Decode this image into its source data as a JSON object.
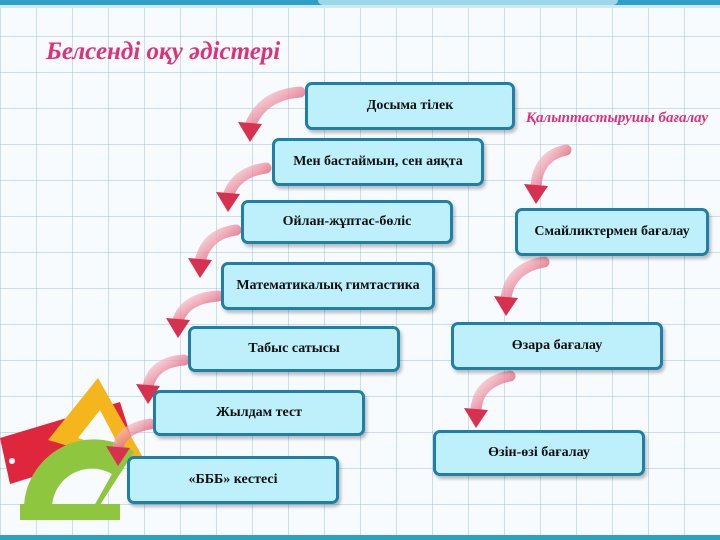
{
  "title": "Белсенді оқу әдістері",
  "methods": [
    "Досыма тілек",
    "Мен бастаймын, сен аяқта",
    "Ойлан-жұптас-бөліс",
    "Математикалық гимтастика",
    "Табыс сатысы",
    "Жылдам тест",
    "«БББ» кестесі"
  ],
  "assessment": {
    "heading": "Қалыптастырушы бағалау",
    "items": [
      "Смайликтермен бағалау",
      "Өзара бағалау",
      "Өзін-өзі бағалау"
    ]
  },
  "colors": {
    "title": "#e0307a",
    "box_fill": "#bdf0fb",
    "box_border": "#1f7fa8",
    "arrow": "#e0405e"
  }
}
